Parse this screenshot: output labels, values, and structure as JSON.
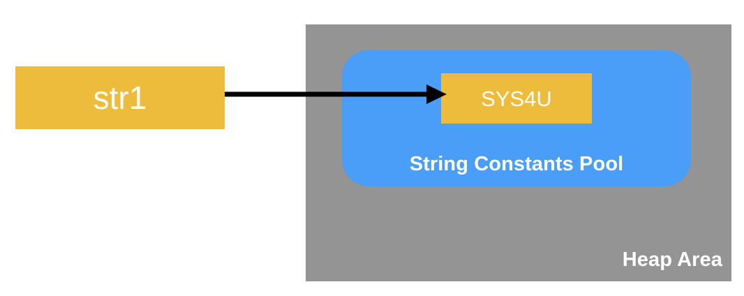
{
  "diagram": {
    "title": "String Constants Pool reference diagram",
    "colors": {
      "variable_box": "#edbc3c",
      "interned_box": "#edbc3c",
      "string_pool": "#4a9ef8",
      "heap_area": "#949494",
      "arrow": "#000000",
      "label_text": "#ffffff",
      "background": "#ffffff"
    },
    "variable": {
      "name": "str1"
    },
    "heap": {
      "label": "Heap Area"
    },
    "string_pool": {
      "label": "String Constants Pool",
      "interned_value": "SYS4U"
    },
    "arrow": {
      "from": "str1",
      "to": "SYS4U",
      "style": "solid-line-with-filled-triangle-head"
    }
  }
}
